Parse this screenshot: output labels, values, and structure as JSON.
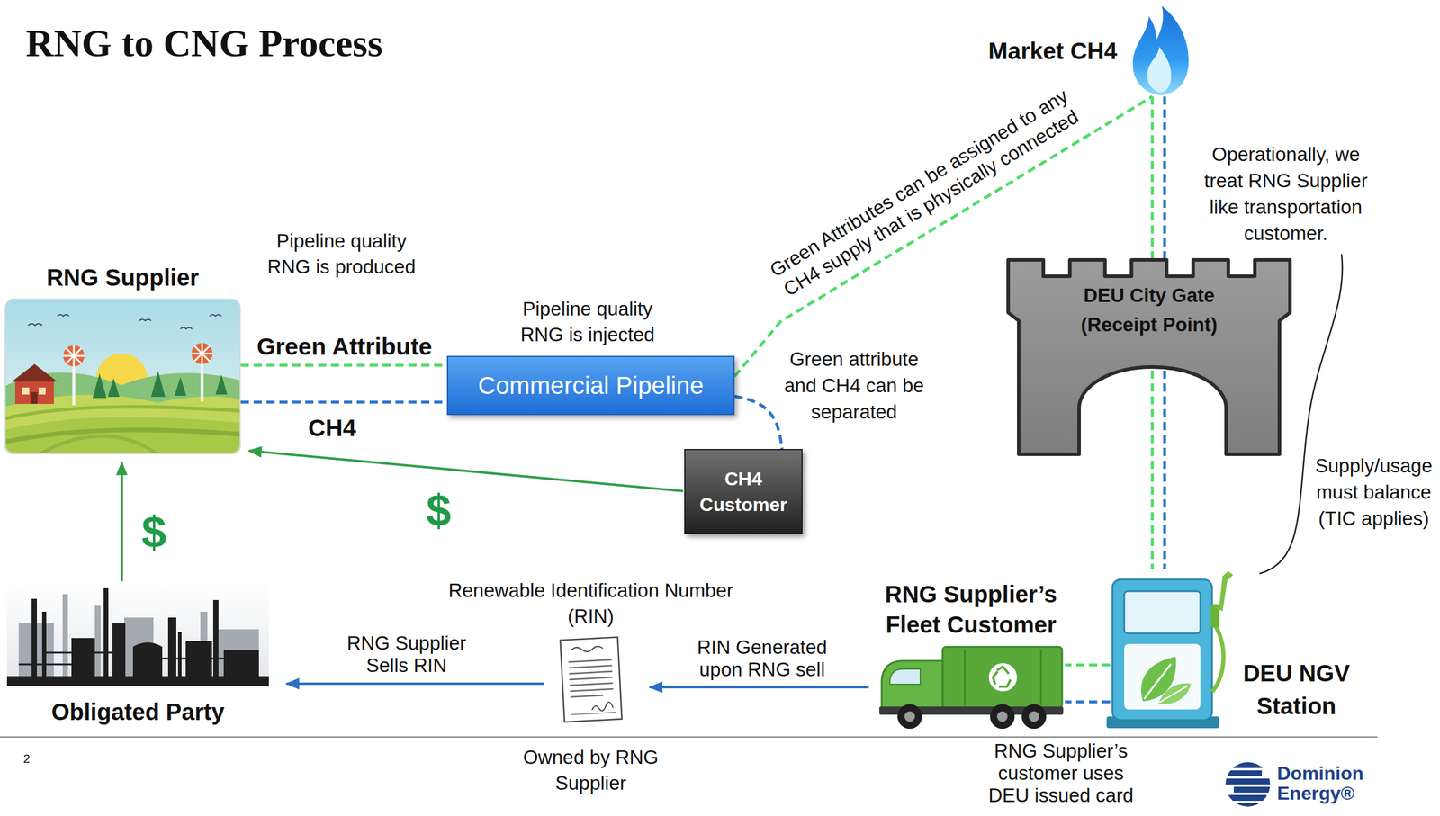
{
  "diagram": {
    "title": "RNG to CNG Process",
    "nodes": [
      {
        "text": [
          "RNG Supplier"
        ]
      },
      {
        "text": [
          "Commercial Pipeline"
        ]
      },
      {
        "text": [
          "CH4 Customer"
        ]
      },
      {
        "text": [
          "DEU City Gate (Receipt Point)"
        ]
      },
      {
        "text": [
          "Market CH4"
        ]
      },
      {
        "text": [
          "DEU NGV Station"
        ]
      },
      {
        "text": [
          "RNG Supplier’s Fleet Customer"
        ]
      },
      {
        "text": [
          "Renewable Identification Number (RIN)",
          "Owned by RNG Supplier"
        ]
      },
      {
        "text": [
          "Obligated Party"
        ]
      }
    ],
    "edges": [
      {
        "from": 0,
        "to": 1,
        "label": "Green Attribute",
        "arrow": "none"
      },
      {
        "from": 0,
        "to": 1,
        "label": "CH4",
        "arrow": "none"
      },
      {
        "from": 1,
        "to": 4,
        "label": "Green Attributes can be assigned to any CH4 supply that is physically connected",
        "arrow": "none"
      },
      {
        "from": 1,
        "to": 2,
        "arrow": "none"
      },
      {
        "from": 2,
        "to": 0,
        "label": "$",
        "arrow": "to"
      },
      {
        "from": 8,
        "to": 0,
        "label": "$",
        "arrow": "to"
      },
      {
        "from": 4,
        "to": 3,
        "arrow": "none"
      },
      {
        "from": 4,
        "to": 3,
        "arrow": "none"
      },
      {
        "from": 3,
        "to": 5,
        "arrow": "none"
      },
      {
        "from": 3,
        "to": 5,
        "arrow": "none"
      },
      {
        "from": 5,
        "to": 6,
        "arrow": "none"
      },
      {
        "from": 5,
        "to": 6,
        "arrow": "none"
      },
      {
        "from": 6,
        "to": 7,
        "label": "RIN Generated upon RNG sell",
        "arrow": "to"
      },
      {
        "from": 7,
        "to": 8,
        "label": "RNG Supplier Sells RIN",
        "arrow": "to"
      }
    ],
    "labels": [
      "Pipeline quality RNG is produced",
      "Pipeline quality RNG is injected",
      "Green attribute and CH4 can be separated",
      "Operationally, we treat RNG Supplier like transportation customer.",
      "Supply/usage must balance (TIC applies)",
      "RNG Supplier’s customer uses DEU issued card",
      "2",
      "Dominion Energy®"
    ]
  }
}
